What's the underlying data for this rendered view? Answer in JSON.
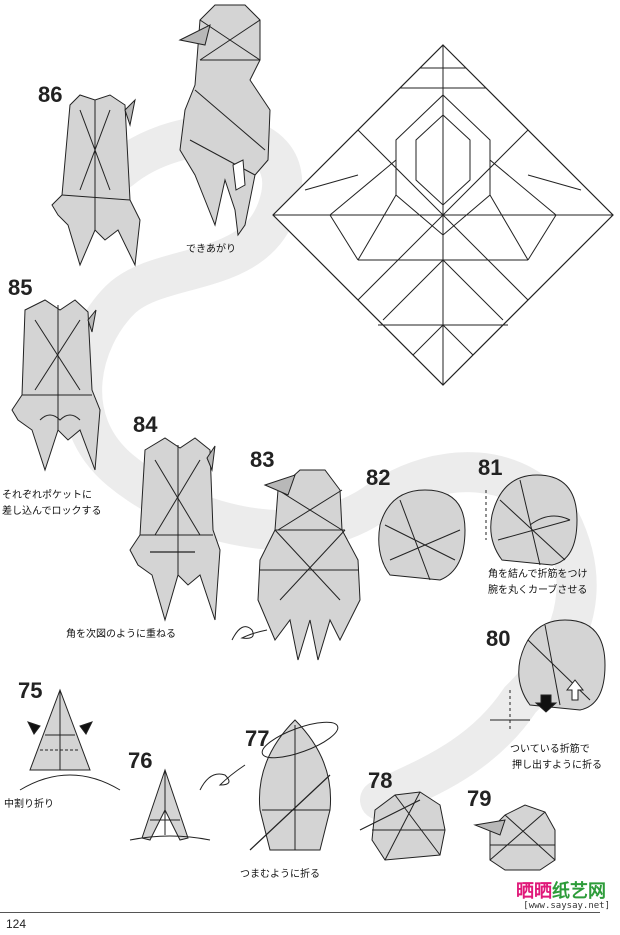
{
  "steps": {
    "s86": "86",
    "s85": "85",
    "s84": "84",
    "s83": "83",
    "s82": "82",
    "s81": "81",
    "s80": "80",
    "s79": "79",
    "s78": "78",
    "s77": "77",
    "s76": "76",
    "s75": "75"
  },
  "captions": {
    "complete": "できあがり",
    "s85_line1": "それぞれポケットに",
    "s85_line2": "差し込んでロックする",
    "s84": "角を次図のように重ねる",
    "s81_line1": "角を結んで折筋をつけ",
    "s81_line2": "腕を丸くカーブさせる",
    "s80_line1": "ついている折筋で",
    "s80_line2": "押し出すように折る",
    "s75": "中割り折り",
    "s77": "つまむように折る"
  },
  "page_number": "124",
  "watermark": {
    "brand_part1": "晒晒",
    "brand_part2": "纸艺网",
    "url": "[www.saysay.net]"
  },
  "colors": {
    "paper": "#d4d4d4",
    "paper_dark": "#b8b8b8",
    "line": "#222222",
    "swirl": "#ececec",
    "brand_pink": "#e0197a",
    "brand_green": "#2d9c3a"
  }
}
